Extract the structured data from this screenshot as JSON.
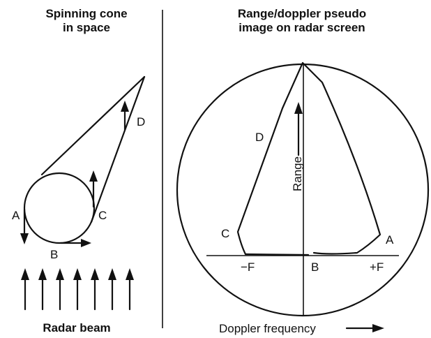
{
  "left_panel": {
    "title_lines": [
      "Spinning cone",
      "in space"
    ],
    "points": {
      "a": "A",
      "b": "B",
      "c": "C",
      "d": "D"
    },
    "beam_label": "Radar beam"
  },
  "right_panel": {
    "title_lines": [
      "Range/doppler pseudo",
      "image on radar screen"
    ],
    "points": {
      "a": "A",
      "c": "C",
      "d": "D"
    },
    "axis_range": "Range",
    "axis_doppler": "Doppler frequency",
    "tick_minus": "−F",
    "tick_zero": "B",
    "tick_plus": "+F"
  }
}
